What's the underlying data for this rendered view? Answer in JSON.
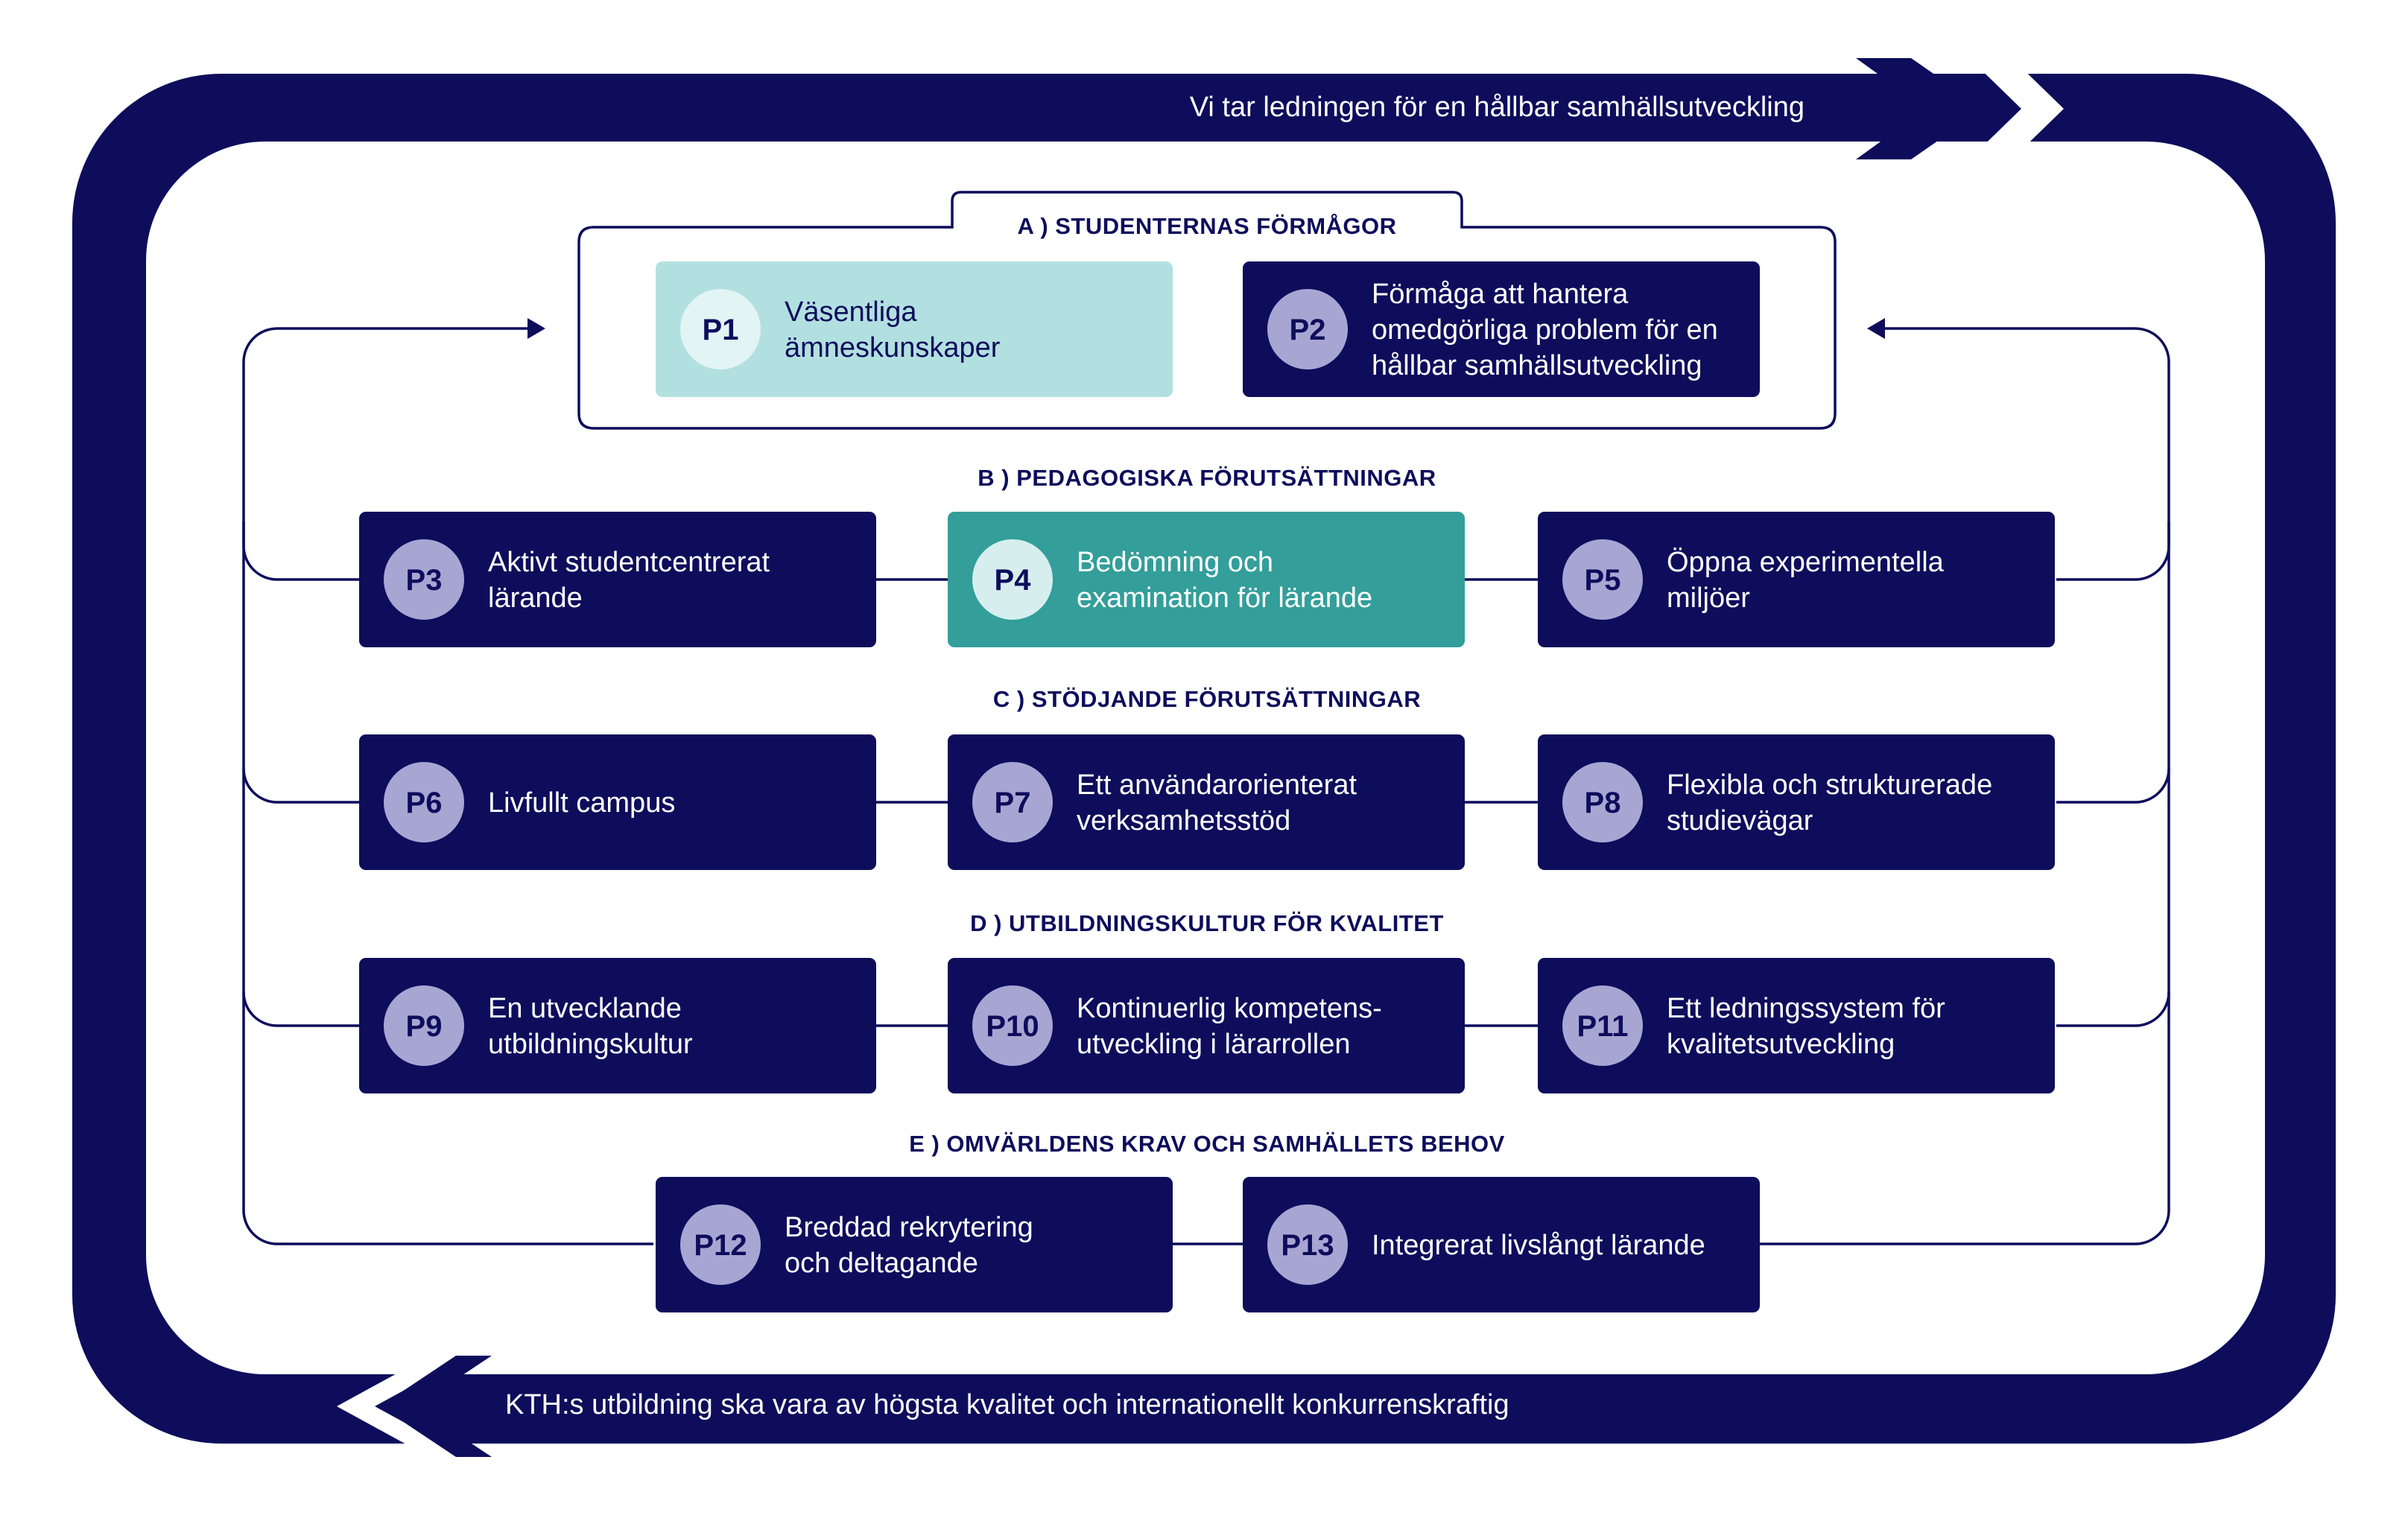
{
  "colors": {
    "navy": "#0d0d5c",
    "badge_on_navy": "#a7a6d3",
    "light_teal": "#b2e0e0",
    "badge_on_light_teal": "#e2f4f4",
    "teal": "#339e9a",
    "badge_on_teal": "#d6efee",
    "white": "#ffffff"
  },
  "loop": {
    "top_text": "Vi tar ledningen för en hållbar samhällsutveckling",
    "bottom_text": "KTH:s utbildning ska vara av högsta kvalitet och internationellt konkurrenskraftig"
  },
  "sections": [
    {
      "id": "A",
      "title": "A )  STUDENTERNAS FÖRMÅGOR"
    },
    {
      "id": "B",
      "title": "B )  PEDAGOGISKA FÖRUTSÄTTNINGAR"
    },
    {
      "id": "C",
      "title": "C )  STÖDJANDE FÖRUTSÄTTNINGAR"
    },
    {
      "id": "D",
      "title": "D )  UTBILDNINGSKULTUR FÖR KVALITET"
    },
    {
      "id": "E",
      "title": "E )  OMVÄRLDENS KRAV OCH SAMHÄLLETS BEHOV"
    }
  ],
  "cards": [
    {
      "id": "P1",
      "style": "light_teal",
      "lines": [
        "Väsentliga",
        "ämneskunskaper"
      ]
    },
    {
      "id": "P2",
      "style": "navy",
      "lines": [
        "Förmåga att hantera",
        "omedgörliga problem för en",
        "hållbar samhällsutveckling"
      ]
    },
    {
      "id": "P3",
      "style": "navy",
      "lines": [
        "Aktivt studentcentrerat",
        "lärande"
      ]
    },
    {
      "id": "P4",
      "style": "teal",
      "lines": [
        "Bedömning och",
        "examination för lärande"
      ]
    },
    {
      "id": "P5",
      "style": "navy",
      "lines": [
        "Öppna experimentella",
        "miljöer"
      ]
    },
    {
      "id": "P6",
      "style": "navy",
      "lines": [
        "Livfullt campus"
      ]
    },
    {
      "id": "P7",
      "style": "navy",
      "lines": [
        "Ett användarorienterat",
        "verksamhetsstöd"
      ]
    },
    {
      "id": "P8",
      "style": "navy",
      "lines": [
        "Flexibla och strukturerade",
        "studievägar"
      ]
    },
    {
      "id": "P9",
      "style": "navy",
      "lines": [
        "En utvecklande",
        "utbildningskultur"
      ]
    },
    {
      "id": "P10",
      "style": "navy",
      "lines": [
        "Kontinuerlig kompetens-",
        "utveckling i lärarrollen"
      ]
    },
    {
      "id": "P11",
      "style": "navy",
      "lines": [
        "Ett ledningssystem för",
        "kvalitetsutveckling"
      ]
    },
    {
      "id": "P12",
      "style": "navy",
      "lines": [
        "Breddad rekrytering",
        "och deltagande"
      ]
    },
    {
      "id": "P13",
      "style": "navy",
      "lines": [
        "Integrerat livslångt lärande"
      ]
    }
  ]
}
